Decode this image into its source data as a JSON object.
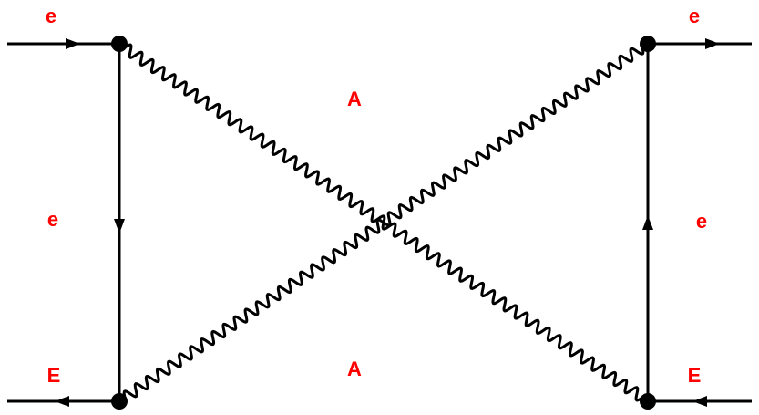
{
  "diagram": {
    "labels": {
      "incoming_top": "e",
      "outgoing_top": "e",
      "left_propagator": "e",
      "right_propagator": "e",
      "incoming_bottom": "E",
      "outgoing_bottom": "E",
      "photon_top": "A",
      "photon_bottom": "A"
    },
    "colors": {
      "label": "#ff0000",
      "line": "#000000",
      "background": "#ffffff"
    }
  }
}
